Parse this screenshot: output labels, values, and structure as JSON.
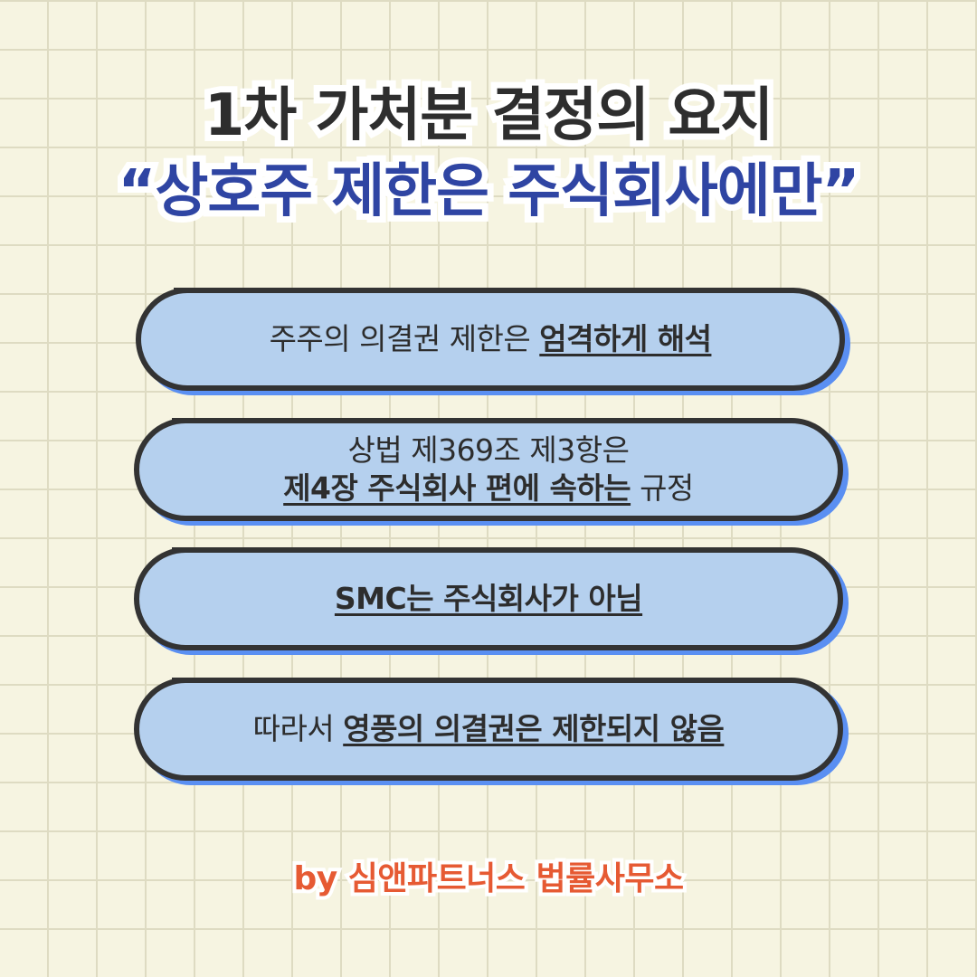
{
  "title": {
    "line1": "1차 가처분 결정의 요지",
    "line2": "“상호주 제한은 주식회사에만”"
  },
  "points": [
    {
      "plain_before": "주주의 의결권 제한은 ",
      "emphasis": "엄격하게 해석"
    },
    {
      "line1": "상법 제369조 제3항은",
      "emphasis": "제4장 주식회사 편에 속하는",
      "plain_after": " 규정"
    },
    {
      "emphasis": "SMC는 주식회사가 아님"
    },
    {
      "plain_before": "따라서 ",
      "emphasis": "영풍의 의결권은 제한되지 않음"
    }
  ],
  "footer": {
    "credit": "by 심앤파트너스 법률사무소"
  },
  "colors": {
    "background": "#f6f4e1",
    "grid_line": "#dedbc2",
    "title_dark": "#2e2e2e",
    "title_accent": "#2f45a3",
    "pill_fill": "#b5d0ee",
    "pill_shadow": "#5a8ff2",
    "pill_border": "#333333",
    "footer_text": "#e65a33"
  }
}
